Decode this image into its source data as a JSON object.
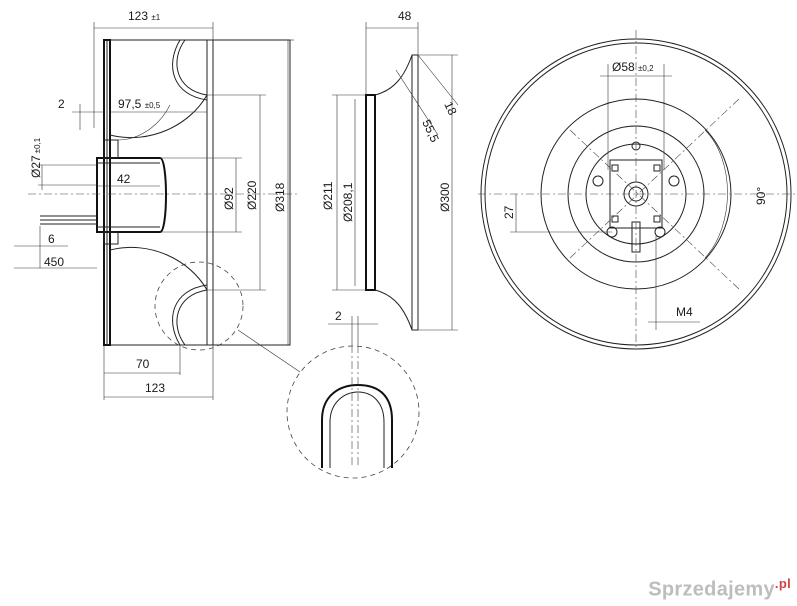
{
  "side_view": {
    "width_top": "123",
    "width_top_tol": "±1",
    "dim_2": "2",
    "dim_97_5": "97,5",
    "dim_97_5_tol": "±0,5",
    "dia_27": "Ø27",
    "dia_27_tol": "±0,1",
    "dim_42": "42",
    "dia_92": "Ø92",
    "dia_220": "Ø220",
    "dia_318": "Ø318",
    "dim_6": "6",
    "dim_450": "450",
    "dim_70": "70",
    "width_bottom": "123"
  },
  "inlet_view": {
    "dim_48": "48",
    "dim_18": "18",
    "dim_55_5": "55,5",
    "dia_211": "Ø211",
    "dia_208_1": "Ø208,1",
    "dia_300": "Ø300"
  },
  "detail_view": {
    "dim_2": "2"
  },
  "front_view": {
    "dia_58": "Ø58",
    "dia_58_tol": "±0,2",
    "angle_90": "90°",
    "dim_27": "27",
    "thread_m4": "M4"
  },
  "watermark": {
    "text": "Sprzedajemy",
    "suffix": ".pl"
  }
}
